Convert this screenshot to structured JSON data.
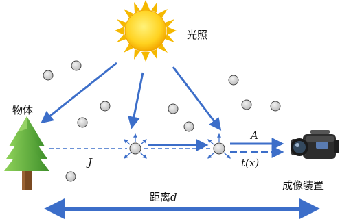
{
  "labels": {
    "light": "光照",
    "object": "物体",
    "camera": "成像装置",
    "distance": "距离",
    "distance_var": "d",
    "direct_attenuation": "A",
    "transmission": "t(x)",
    "scene_radiance": "J"
  },
  "colors": {
    "arrow_blue": "#3c6ec9",
    "particle_fill": "#dcdcdc",
    "particle_stroke": "#444444",
    "sun_yellow": "#ffd21f",
    "sun_rays": "#f5b800",
    "tree_green": "#5fae3c",
    "trunk_brown": "#7a4a21",
    "camera_body": "#2d2d2d"
  },
  "icons": {
    "sun": "sun-icon",
    "tree": "tree-icon",
    "camera": "video-camera-icon",
    "particle": "haze-particle"
  }
}
